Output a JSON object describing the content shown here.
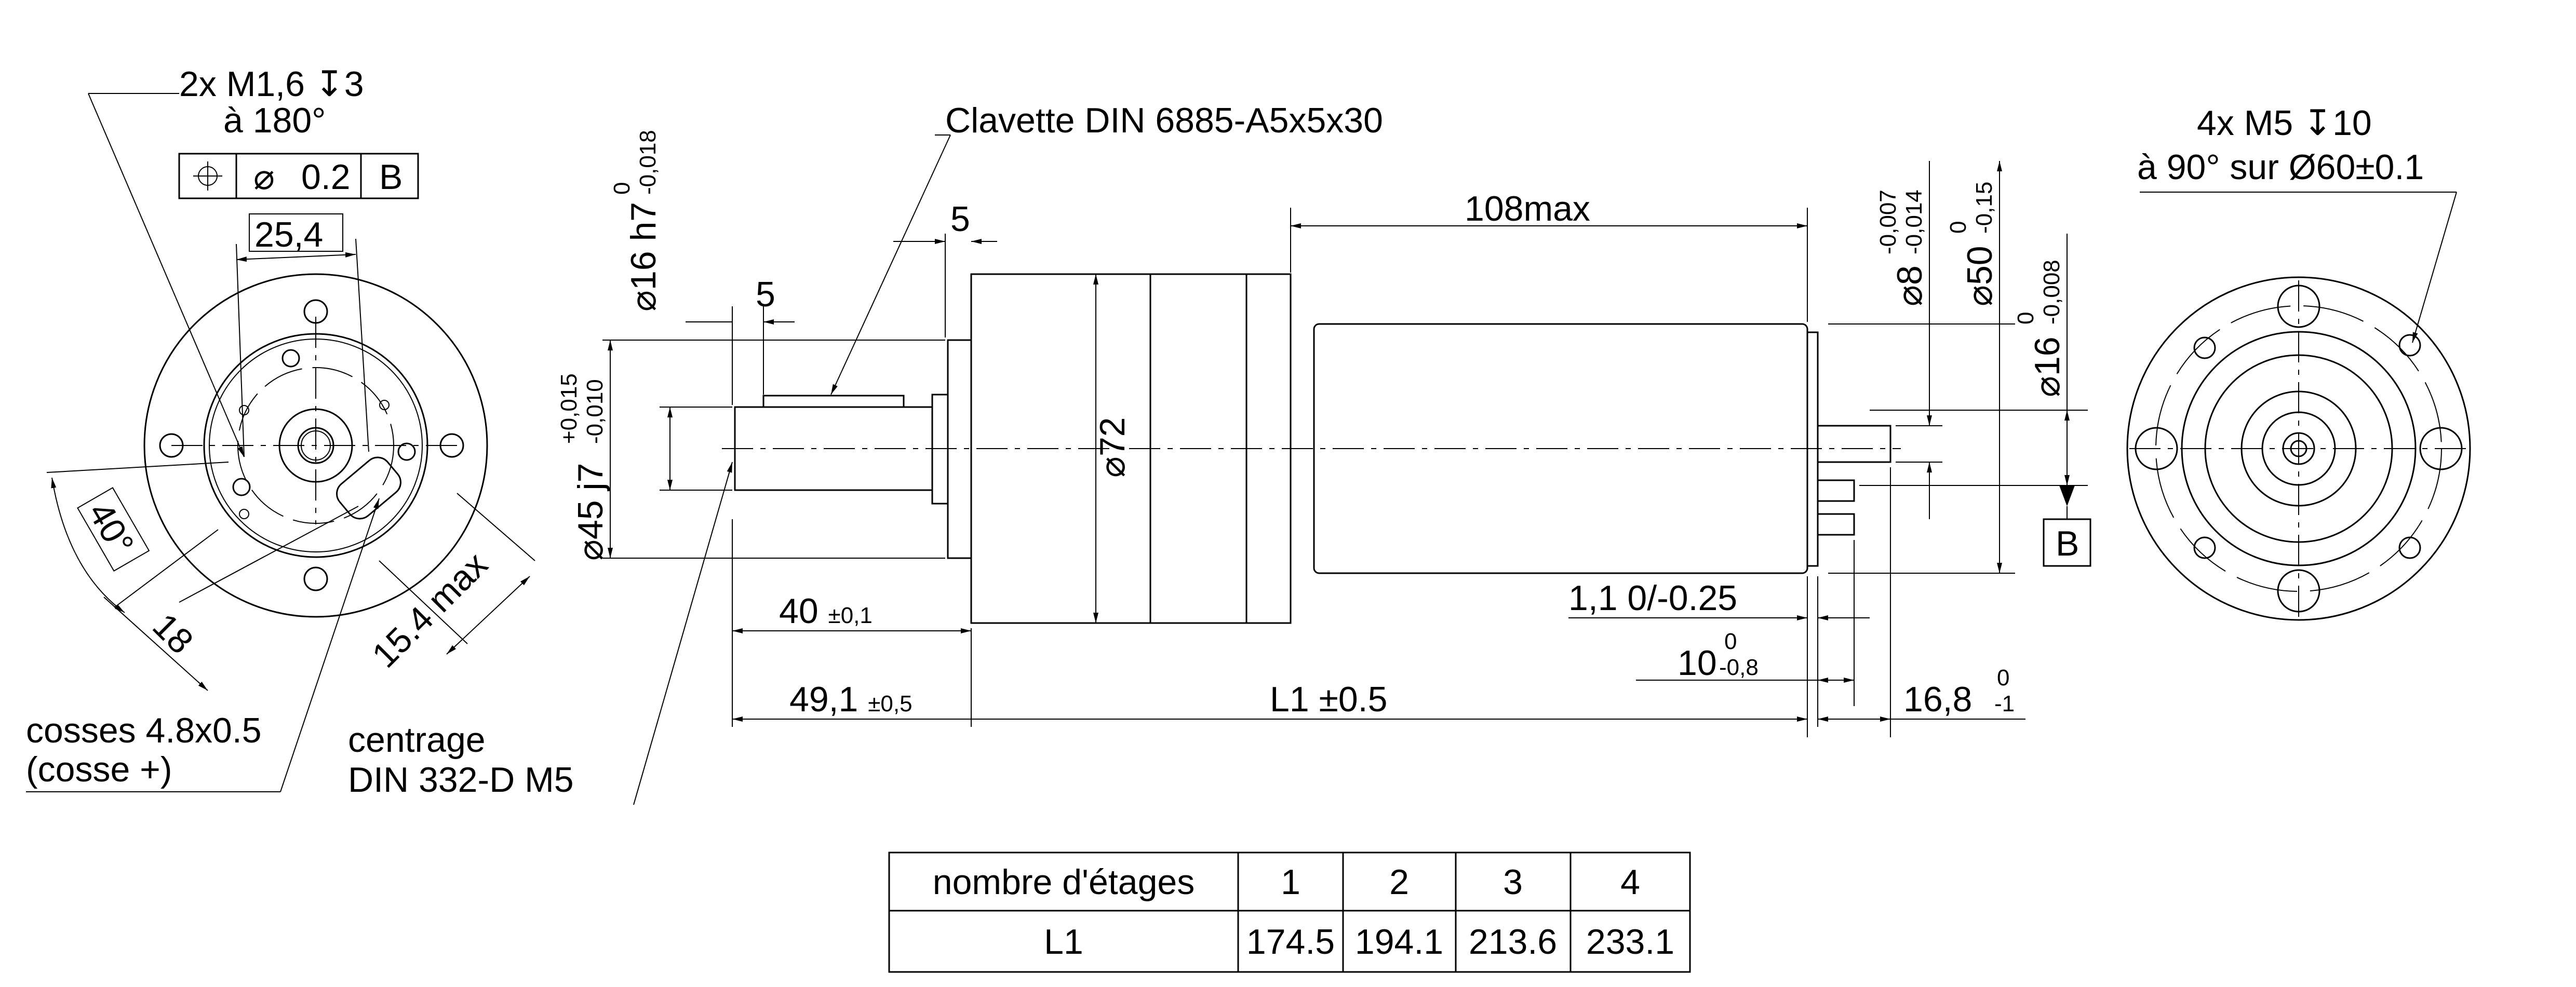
{
  "left_view": {
    "holes_note_line1": "2x M1,6",
    "holes_note_depth": "3",
    "holes_note_line2": "à 180°",
    "tolerance_frame": {
      "symbol": "position",
      "diameter_symbol": "⌀",
      "value": "0.2",
      "datum": "B"
    },
    "dim_25_4": "25,4",
    "dim_angle": "40°",
    "dim_18": "18",
    "dim_15_4": "15.4 max",
    "terminals_note_line1": "cosses 4.8x0.5",
    "terminals_note_line2": "(cosse +)",
    "centering_note_line1": "centrage",
    "centering_note_line2": "DIN 332-D M5"
  },
  "side_view": {
    "key_note": "Clavette DIN 6885-A5x5x30",
    "dim_5_top": "5",
    "dim_5_key": "5",
    "dim_108": "108max",
    "dim_d16": {
      "main": "⌀16 h7",
      "upper": "0",
      "lower": "-0,018"
    },
    "dim_d45": {
      "main": "⌀45 j7",
      "upper": "+0,015",
      "lower": "-0,010"
    },
    "dim_d72": "⌀72",
    "dim_d8": {
      "main": "⌀8",
      "upper": "-0,007",
      "lower": "-0,014"
    },
    "dim_d50": {
      "main": "⌀50",
      "upper": "0",
      "lower": "-0,15"
    },
    "dim_d16_rear": {
      "main": "⌀16",
      "upper": "0",
      "lower": "-0,008"
    },
    "datum_b": "B",
    "dim_40": {
      "main": "40",
      "tol": "±0,1"
    },
    "dim_49_1": {
      "main": "49,1",
      "tol": "±0,5"
    },
    "dim_l1": {
      "main": "L1",
      "tol": "±0.5"
    },
    "dim_1_1": "1,1 0/-0.25",
    "dim_10": {
      "main": "10",
      "upper": "0",
      "lower": "-0,8"
    },
    "dim_16_8": {
      "main": "16,8",
      "upper": "0",
      "lower": "-1"
    }
  },
  "right_view": {
    "holes_note_line1": "4x M5",
    "holes_note_depth": "10",
    "holes_note_line2": "à 90° sur Ø60±0.1"
  },
  "table": {
    "header": [
      "nombre d'étages",
      "1",
      "2",
      "3",
      "4"
    ],
    "row": [
      "L1",
      "174.5",
      "194.1",
      "213.6",
      "233.1"
    ]
  }
}
